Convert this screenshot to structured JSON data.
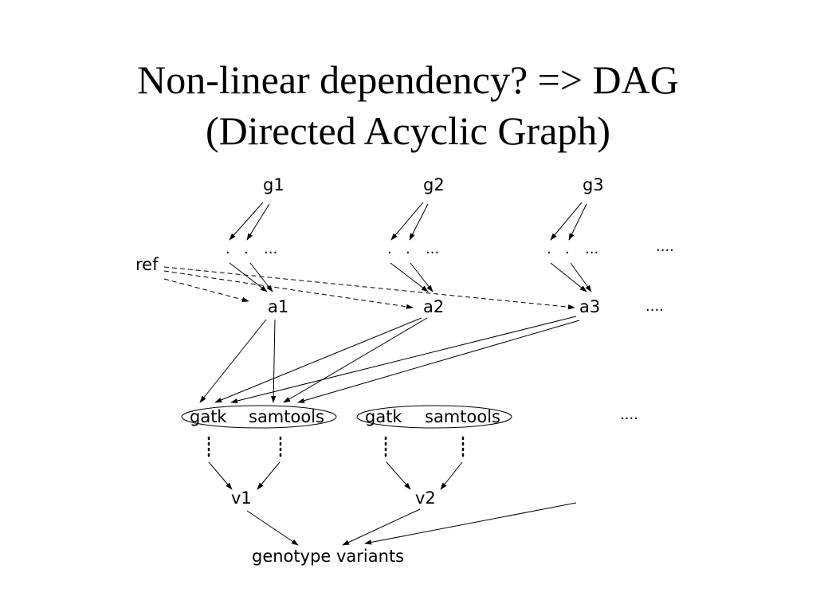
{
  "slide": {
    "title_line1": "Non-linear dependency? => DAG",
    "title_line2": "(Directed Acyclic Graph)"
  },
  "diagram": {
    "nodes": {
      "g1": "g1",
      "g2": "g2",
      "g3": "g3",
      "ref": "ref",
      "a1": "a1",
      "a2": "a2",
      "a3": "a3",
      "gatk": "gatk",
      "samtools": "samtools",
      "v1": "v1",
      "v2": "v2",
      "genotype": "genotype variants"
    },
    "ellipsis_short": "...",
    "ellipsis_long": "....",
    "single_dot": "."
  }
}
